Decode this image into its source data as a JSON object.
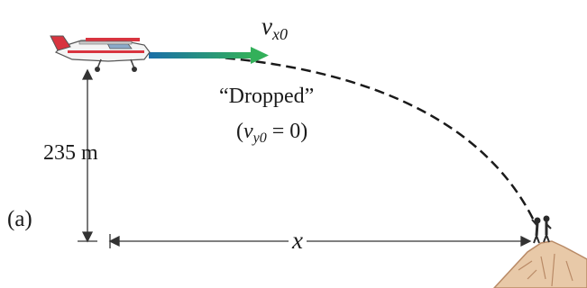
{
  "labels": {
    "velocity_symbol": "v",
    "velocity_subscript": "x0",
    "dropped": "“Dropped”",
    "vy0_open": "(",
    "vy0_symbol": "v",
    "vy0_subscript": "y0",
    "vy0_rest": " = 0)",
    "height": "235 m",
    "part": "(a)",
    "horizontal_distance": "x"
  },
  "colors": {
    "velocity_arrow": "#2e9e5e",
    "plane_body": "#f4f4f4",
    "plane_stripe": "#d8343f",
    "cliff": "#e8c9a8",
    "cliff_lines": "#b98a66",
    "lines": "#333333"
  },
  "icons": {
    "plane": "airplane-icon",
    "people": "people-icon"
  }
}
